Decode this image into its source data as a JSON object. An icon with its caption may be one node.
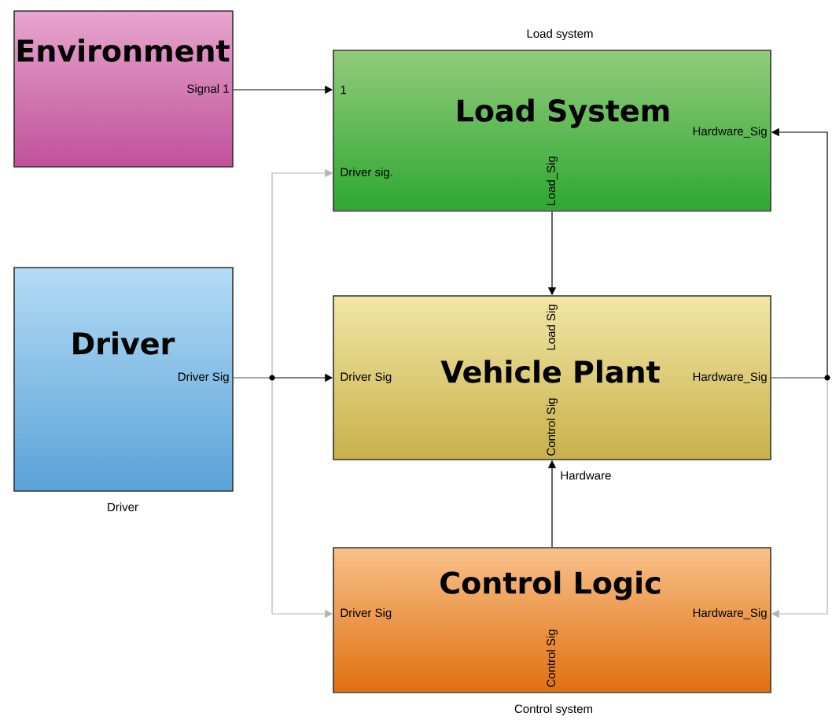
{
  "diagram": {
    "nodes": [
      {
        "text": [
          "Environment",
          "Signal 1"
        ]
      },
      {
        "text": [
          "Load System",
          "1",
          "Driver sig.",
          "Hardware_Sig",
          "Load_Sig"
        ],
        "beside": [
          "Load system"
        ]
      },
      {
        "text": [
          "Driver",
          "Driver Sig"
        ],
        "beside": [
          "Driver"
        ]
      },
      {
        "text": [
          "Vehicle Plant",
          "Driver Sig",
          "Hardware_Sig",
          "Load Sig",
          "Control Sig"
        ],
        "beside": [
          "Hardware"
        ]
      },
      {
        "text": [
          "Control Logic",
          "Driver Sig",
          "Hardware_Sig",
          "Control Sig"
        ],
        "beside": [
          "Control system"
        ]
      }
    ],
    "edges": [
      {
        "from": 0,
        "to": 1,
        "arrow": "to"
      },
      {
        "from": 2,
        "to": 3,
        "arrow": "to"
      },
      {
        "from": 2,
        "to": 1,
        "arrow": "to",
        "color": "#b4b4b4"
      },
      {
        "from": 2,
        "to": 4,
        "arrow": "to",
        "color": "#b4b4b4"
      },
      {
        "from": 1,
        "to": 3,
        "arrow": "to"
      },
      {
        "from": 4,
        "to": 3,
        "arrow": "to"
      },
      {
        "from": 3,
        "to": 1,
        "arrow": "to"
      },
      {
        "from": 3,
        "to": 4,
        "arrow": "to",
        "color": "#b4b4b4"
      }
    ]
  }
}
